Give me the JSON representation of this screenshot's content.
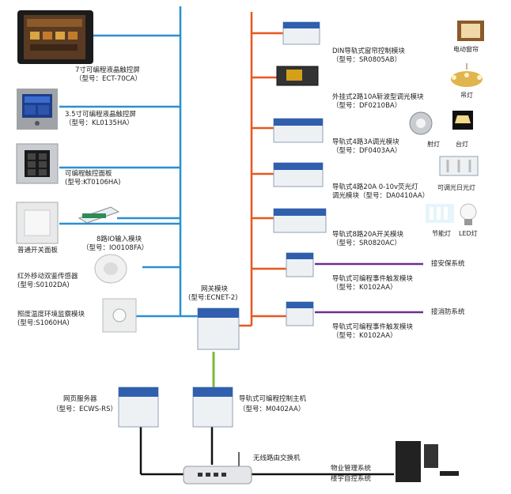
{
  "colors": {
    "blue_bus": "#2a8fd0",
    "orange_bus": "#e8571f",
    "purple_link": "#6b2f8f",
    "green_link": "#7bb83a",
    "black_link": "#111111"
  },
  "left_devices": [
    {
      "name": "7寸可编程液晶触控屏",
      "model": "（型号：ECT-70CA）"
    },
    {
      "name": "3.5寸可编程液晶触控屏",
      "model": "（型号：KL0135HA）"
    },
    {
      "name": "可编程触控面板",
      "model": "(型号:KT0106HA)"
    },
    {
      "name": "普通开关面板",
      "model": ""
    },
    {
      "name": "8路IO输入模块",
      "model": "（型号：IO0108FA）"
    },
    {
      "name": "红外移动双鉴传感器",
      "model": "(型号:S0102DA)"
    },
    {
      "name": "照度温度环境监察模块",
      "model": "(型号:S1060HA)"
    }
  ],
  "right_modules": [
    {
      "name": "DIN导轨式窗帘控制模块",
      "model": "（型号：SR0805AB）",
      "loads": [
        "电动窗帘"
      ]
    },
    {
      "name": "外挂式2路10A斩波型调光模块",
      "model": "（型号：DF0210BA）",
      "loads": [
        "吊灯"
      ]
    },
    {
      "name": "导轨式4路3A调光模块",
      "model": "（型号：DF0403AA）",
      "loads": [
        "射灯",
        "台灯"
      ]
    },
    {
      "name": "导轨式4路20A 0-10v荧光灯",
      "name2": "调光模块（型号：DA0410AA）",
      "loads": [
        "可调光日光灯"
      ]
    },
    {
      "name": "导轨式8路20A开关模块",
      "model": "（型号：SR0820AC）",
      "loads": [
        "节能灯",
        "LED灯"
      ]
    },
    {
      "name": "导轨式可编程事件触发模块",
      "model": "（型号：K0102AA）",
      "link": "接安保系统"
    },
    {
      "name": "导轨式可编程事件触发模块",
      "model": "（型号：K0102AA）",
      "link": "接消防系统"
    }
  ],
  "center": {
    "gateway_name": "网关模块",
    "gateway_model": "(型号:ECNET-2)",
    "controller_name": "导轨式可编程控制主机",
    "controller_model": "（型号：M0402AA）",
    "webserver_name": "网页服务器",
    "webserver_model": "（型号：ECWS-RS）",
    "router_name": "无线路由交换机",
    "sys1": "物业管理系统",
    "sys2": "楼宇自控系统"
  }
}
